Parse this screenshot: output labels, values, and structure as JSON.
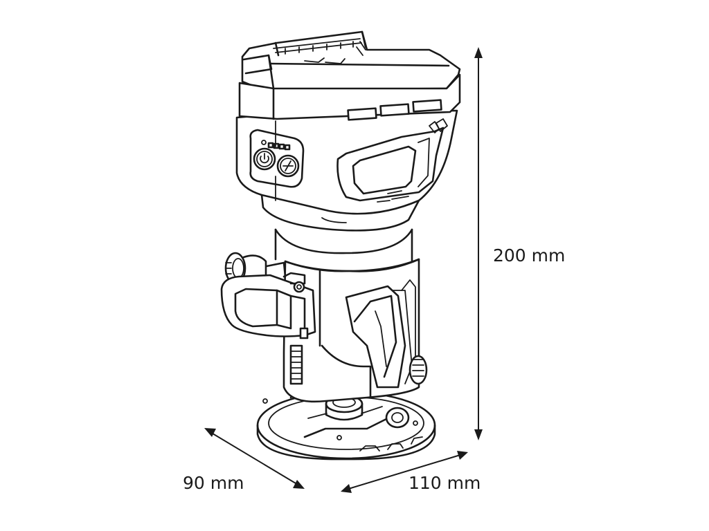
{
  "dimensions": {
    "height_label": "200 mm",
    "width_label": "110 mm",
    "depth_label": "90 mm"
  },
  "product": {
    "illustration": "cordless trim router line drawing",
    "icons": [
      "power-button-icon",
      "speed-control-icon"
    ]
  },
  "colors": {
    "line": "#1a1a1a",
    "background": "#ffffff"
  }
}
